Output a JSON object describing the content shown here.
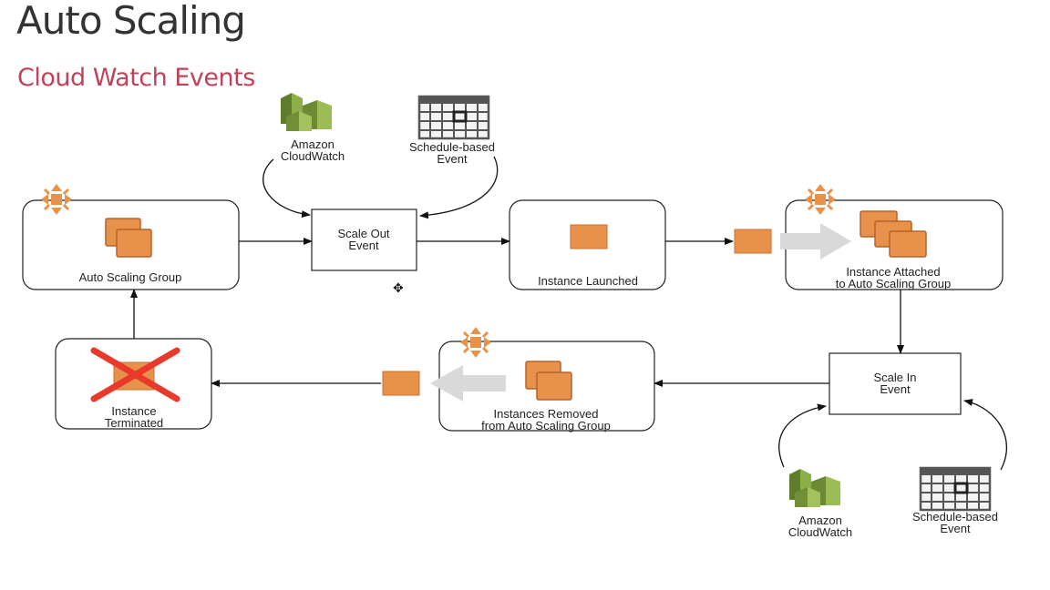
{
  "slide": {
    "title": "Auto Scaling",
    "subtitle": "Cloud Watch Events"
  },
  "diagram": {
    "nodes": {
      "asg": "Auto Scaling Group",
      "scale_out": [
        "Scale Out",
        "Event"
      ],
      "launched": "Instance Launched",
      "attached": [
        "Instance Attached",
        "to Auto Scaling Group"
      ],
      "scale_in": [
        "Scale In",
        "Event"
      ],
      "removed": [
        "Instances Removed",
        "from Auto Scaling Group"
      ],
      "terminated": [
        "Instance",
        "Terminated"
      ]
    },
    "triggers": {
      "cloudwatch": [
        "Amazon",
        "CloudWatch"
      ],
      "schedule": [
        "Schedule-based",
        "Event"
      ]
    }
  },
  "colors": {
    "instance_orange": "#e8914a",
    "instance_dark": "#c9702d",
    "cloudwatch_green": "#7a9a3c",
    "terminate_red": "#e8392a",
    "faded_arrow": "#d9d9d9",
    "subtitle_red": "#c0435a"
  },
  "icons": [
    "auto-scaling-icon",
    "instances-icon",
    "instance-icon",
    "cloudwatch-icon",
    "calendar-icon",
    "fat-arrow-icon",
    "red-x-icon",
    "move-cursor-icon"
  ]
}
